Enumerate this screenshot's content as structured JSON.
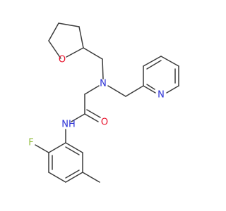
{
  "molecule": {
    "atoms": {
      "o_ring": {
        "text": "O",
        "color": "#e8102a"
      },
      "n_amine": {
        "text": "N",
        "color": "#2b31d6"
      },
      "n_pyridine": {
        "text": "N",
        "color": "#2b31d6"
      },
      "o_carbonyl": {
        "text": "O",
        "color": "#e8102a"
      },
      "nh_amide": {
        "text": "NH",
        "color": "#2b31d6"
      },
      "f": {
        "text": "F",
        "color": "#8fbb3a"
      }
    },
    "bond_color": "#3c3c3c"
  }
}
